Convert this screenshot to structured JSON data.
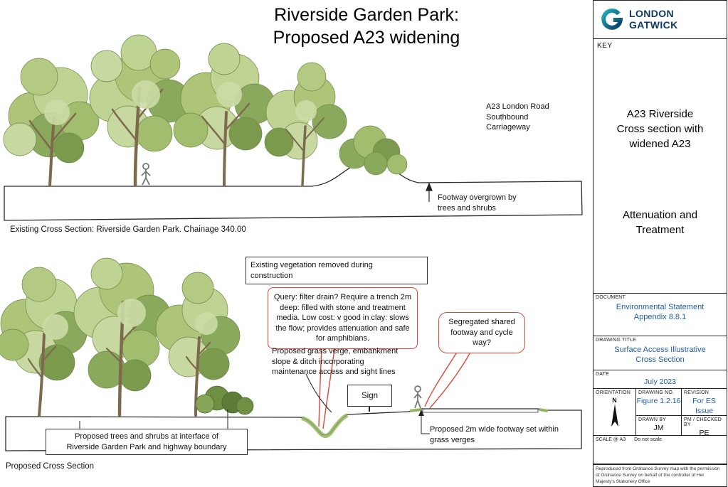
{
  "title": {
    "line1": "Riverside Garden Park:",
    "line2": "Proposed A23 widening"
  },
  "existing": {
    "road_label": "A23 London Road\nSouthbound\nCarriageway",
    "footway_note": "Footway overgrown by\ntrees and shrubs",
    "caption": "Existing Cross Section: Riverside Garden Park. Chainage 340.00"
  },
  "proposed": {
    "vegetation_note": "Existing vegetation removed during\nconstruction",
    "query_note": "Query: filter drain? Require a trench 2m\ndeep: filled with stone and treatment\nmedia. Low cost: v good in clay: slows\nthe flow; provides attenuation and safe\nfor amphibians.",
    "segregated_note": "Segregated shared\nfootway and cycle way?",
    "verge_note": "Proposed grass verge, embankment\nslope & ditch incorporating\nmaintenance access and sight lines",
    "sign_label": "Sign",
    "footway_note": "Proposed 2m wide footway set within\ngrass verges",
    "trees_note": "Proposed trees and shrubs at interface of\nRiverside Garden Park and highway boundary",
    "caption": "Proposed Cross Section"
  },
  "panel": {
    "brand": {
      "line1": "LONDON",
      "line2": "GATWICK"
    },
    "key_label": "KEY",
    "heading": "A23 Riverside\nCross section with\nwidened A23",
    "subheading": "Attenuation and\nTreatment",
    "document": {
      "label": "DOCUMENT",
      "value": "Environmental Statement\nAppendix 8.8.1"
    },
    "drawing_title": {
      "label": "DRAWING TITLE",
      "value": "Surface Access Illustrative\nCross Section"
    },
    "date": {
      "label": "DATE",
      "value": "July 2023"
    },
    "orientation": {
      "label": "ORIENTATION",
      "n": "N"
    },
    "drawing_no": {
      "label": "DRAWING NO.",
      "value": "Figure 1.2.16"
    },
    "revision": {
      "label": "REVISION",
      "value": "For ES\nIssue"
    },
    "drawn_by": {
      "label": "DRAWN BY",
      "value": "JM"
    },
    "checked_by": {
      "label": "PM / CHECKED BY",
      "value": "PE"
    },
    "scale": {
      "label": "SCALE @ A3",
      "value": "Do not scale"
    },
    "copyright": "Reproduced from Ordnance Survey map with the permission of Ordnance Survey on behalf of the controller of Her Majesty's Stationery Office"
  },
  "colors": {
    "annotation_red": "#d9483b",
    "title_block_blue": "#1e5ea8",
    "brand_navy": "#0e3a66",
    "brand_teal": "#21b0bb"
  }
}
